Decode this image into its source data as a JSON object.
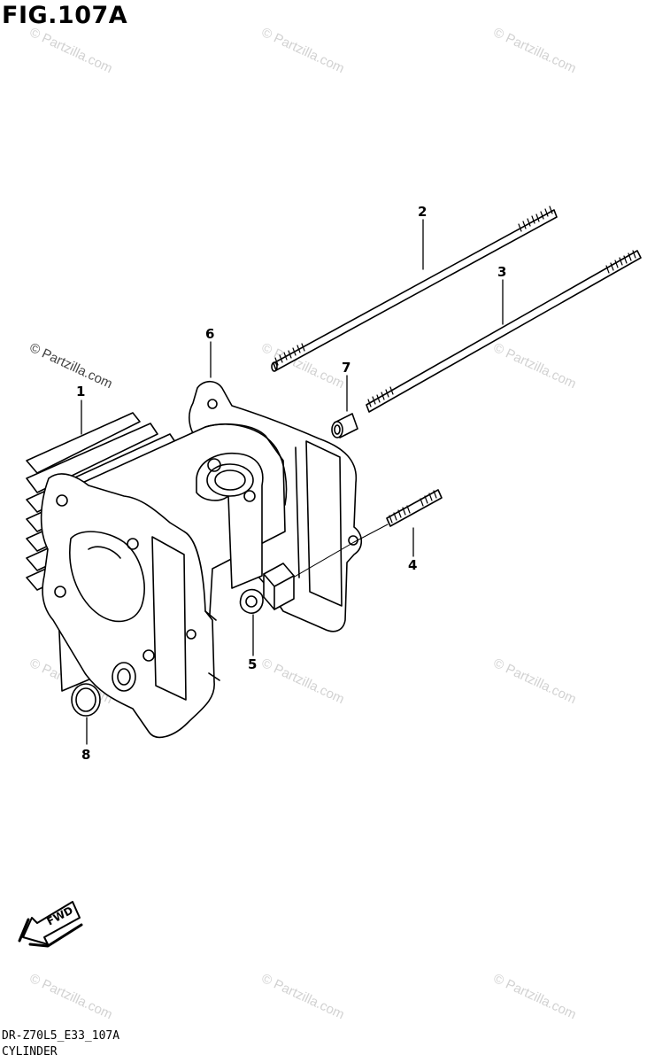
{
  "figure": {
    "title": "FIG.107A"
  },
  "callouts": [
    "1",
    "2",
    "3",
    "4",
    "5",
    "6",
    "7",
    "8"
  ],
  "watermark": "© Partzilla.com",
  "fwd_label": "FWD",
  "footer": {
    "code": "DR-Z70L5_E33_107A",
    "name": "CYLINDER"
  }
}
